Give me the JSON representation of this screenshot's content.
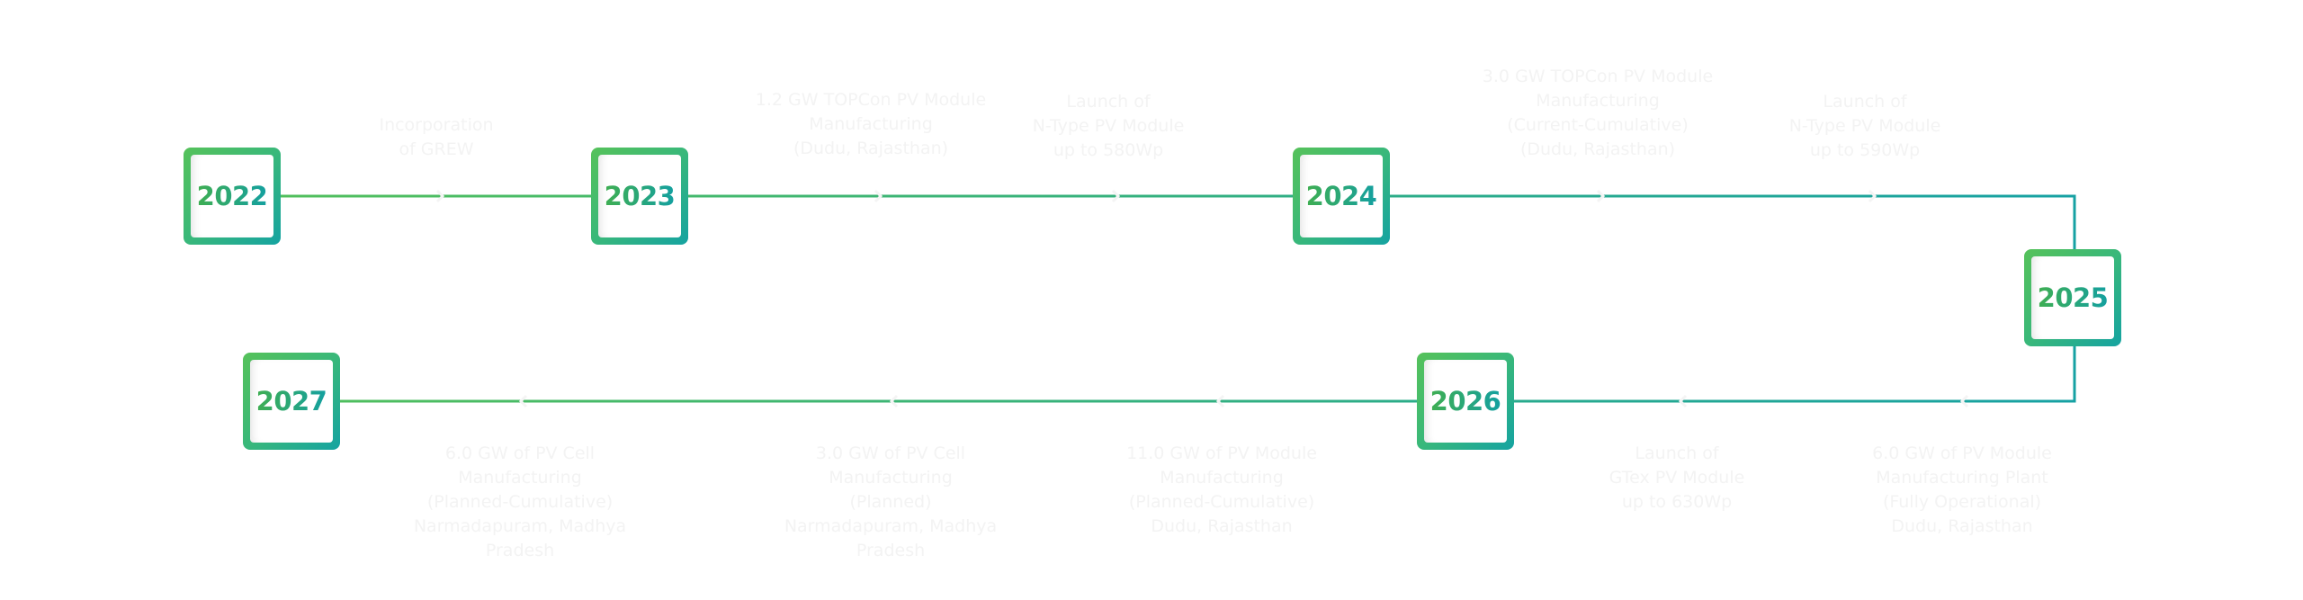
{
  "colors": {
    "line_start": "#4cc05a",
    "line_end": "#0f9ea7",
    "year_text": "#34a86e",
    "event_text": "#f3f3f3"
  },
  "years": [
    {
      "id": "y2022",
      "label": "2022"
    },
    {
      "id": "y2023",
      "label": "2023"
    },
    {
      "id": "y2024",
      "label": "2024"
    },
    {
      "id": "y2025",
      "label": "2025"
    },
    {
      "id": "y2026",
      "label": "2026"
    },
    {
      "id": "y2027",
      "label": "2027"
    }
  ],
  "events": [
    {
      "text": "Incorporation\nof GREW"
    },
    {
      "text": "1.2 GW TOPCon PV Module\nManufacturing\n(Dudu, Rajasthan)"
    },
    {
      "text": "Launch of\nN-Type PV Module\nup to 580Wp"
    },
    {
      "text": "3.0 GW TOPCon PV Module\nManufacturing\n(Current-Cumulative)\n(Dudu, Rajasthan)"
    },
    {
      "text": "Launch of\nN-Type PV Module\nup to 590Wp"
    },
    {
      "text": "6.0 GW of PV Module\nManufacturing Plant\n(Fully Operational)\nDudu, Rajasthan"
    },
    {
      "text": "Launch of\nGTex PV Module\nup to 630Wp"
    },
    {
      "text": "11.0 GW of PV Module\nManufacturing\n(Planned-Cumulative)\nDudu, Rajasthan"
    },
    {
      "text": "3.0 GW of PV Cell\nManufacturing\n(Planned)\nNarmadapuram, Madhya Pradesh"
    },
    {
      "text": "6.0 GW of PV Cell\nManufacturing\n(Planned-Cumulative)\nNarmadapuram, Madhya Pradesh"
    }
  ]
}
